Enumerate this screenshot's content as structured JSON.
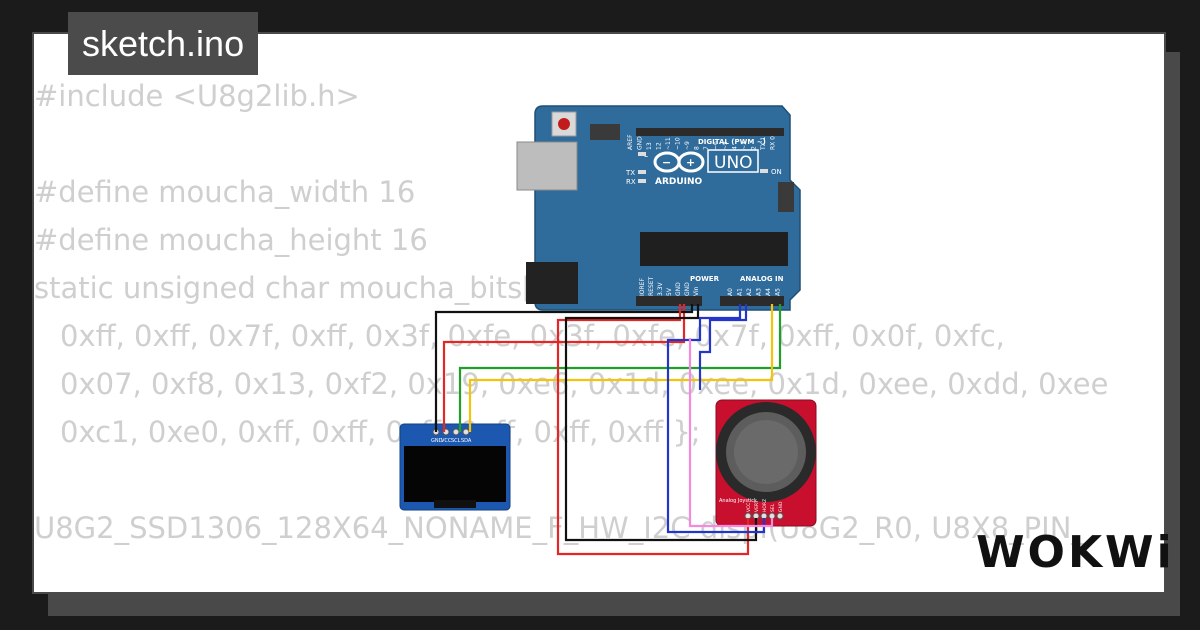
{
  "tab": {
    "title": "sketch.ino"
  },
  "code": {
    "lines": [
      "#include <U8g2lib.h>",
      "",
      "#define moucha_width 16",
      "#define moucha_height 16",
      "static unsigned char moucha_bits[] = {",
      "0xff, 0xff, 0x7f, 0xff, 0x3f, 0xfe, 0x3f, 0xfe, 0x7f, 0xff, 0x0f, 0xfc,",
      "0x07, 0xf8, 0x13, 0xf2, 0x19, 0xe6, 0x1d, 0xee, 0x1d, 0xee, 0xdd, 0xee",
      "0xc1, 0xe0, 0xff, 0xff, 0xff, 0xff, 0xff, 0xff };",
      "",
      "U8G2_SSD1306_128X64_NONAME_F_HW_I2C displ(U8G2_R0, U8X8_PIN_"
    ]
  },
  "arduino": {
    "brand": "ARDUINO",
    "model": "UNO",
    "digital_label": "DIGITAL (PWM ~)",
    "power_label": "POWER",
    "analog_label": "ANALOG IN",
    "on_label": "ON",
    "l_label": "L",
    "tx_label": "TX",
    "rx_label": "RX",
    "digital_pins": [
      "AREF",
      "GND",
      "13",
      "12",
      "~11",
      "~10",
      "~9",
      "8",
      "7",
      "~6",
      "~5",
      "4",
      "~3",
      "2",
      "TX 1",
      "RX 0"
    ],
    "power_pins": [
      "IOREF",
      "RESET",
      "3.3V",
      "5V",
      "GND",
      "GND",
      "Vin"
    ],
    "analog_pins": [
      "A0",
      "A1",
      "A2",
      "A3",
      "A4",
      "A5"
    ]
  },
  "oled": {
    "pins": [
      "GND",
      "VCC",
      "SCL",
      "SDA"
    ]
  },
  "joystick": {
    "label": "Analog Joystick",
    "pins": [
      "VCC",
      "VERT",
      "HORZ",
      "SEL",
      "GND"
    ]
  },
  "watermark": {
    "text": "WOKWi"
  },
  "colors": {
    "background": "#1b1b1b",
    "card": "#ffffff",
    "tab": "#4b4b4b",
    "code_text": "#cfcfcf",
    "arduino_board": "#2f6b9b",
    "oled_board": "#1d58b0",
    "joystick_board": "#c8102e",
    "wire_red": "#e32626",
    "wire_black": "#111111",
    "wire_green": "#1f9e2a",
    "wire_yellow": "#f2c40c",
    "wire_blue": "#2436c9",
    "wire_pink": "#f28be0"
  }
}
